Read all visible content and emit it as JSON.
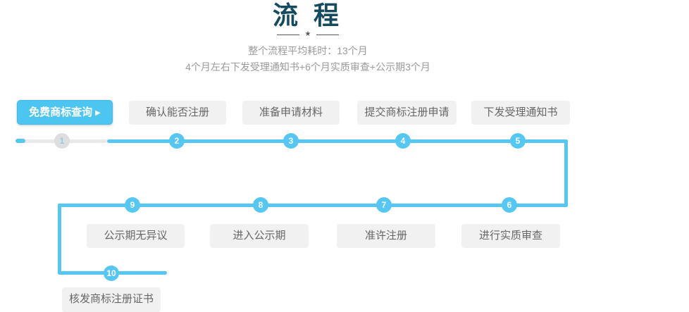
{
  "header": {
    "title": "流 程",
    "star": "★",
    "subtitle_line1": "整个流程平均耗时：13个月",
    "subtitle_line2": "4个月左右下发受理通知书+6个月实质审查+公示期3个月"
  },
  "flow": {
    "cta_arrow": "▶",
    "steps": [
      {
        "num": "1",
        "label": "免费商标查询"
      },
      {
        "num": "2",
        "label": "确认能否注册"
      },
      {
        "num": "3",
        "label": "准备申请材料"
      },
      {
        "num": "4",
        "label": "提交商标注册申请"
      },
      {
        "num": "5",
        "label": "下发受理通知书"
      },
      {
        "num": "6",
        "label": "进行实质审查"
      },
      {
        "num": "7",
        "label": "准许注册"
      },
      {
        "num": "8",
        "label": "进入公示期"
      },
      {
        "num": "9",
        "label": "公示期无异议"
      },
      {
        "num": "10",
        "label": "核发商标注册证书"
      }
    ]
  },
  "colors": {
    "accent_blue": "#55c7f2",
    "title_teal": "#154a5f",
    "inactive_circle_gray": "#dedede",
    "inactive_number_blue": "#8fcfe4",
    "track_gray": "#e9e9e9",
    "box_bg": "#f1f1f1",
    "box_text": "#666666",
    "subtitle_gray": "#9a9a9a"
  }
}
